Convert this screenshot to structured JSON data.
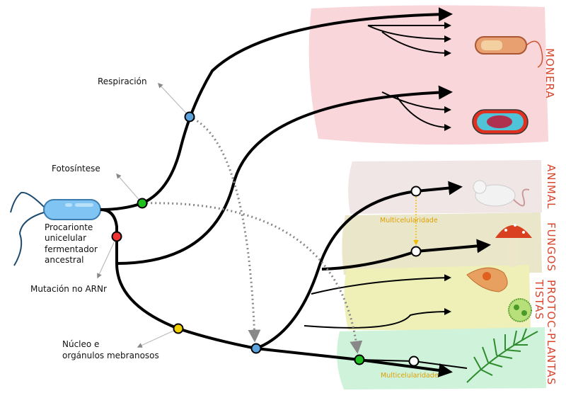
{
  "labels": {
    "ancestor": [
      "Procarionte",
      "unicelular",
      "fermentador",
      "ancestral"
    ],
    "respiration": "Respiración",
    "photosynthesis": "Fotosíntese",
    "mutation": "Mutación no ARNr",
    "nucleus": [
      "Núcleo e",
      "orgánulos mebranosos"
    ],
    "multicellularity_animal_fungi": "Multicelularidade",
    "multicellularity_plants": "Multicelularidade"
  },
  "kingdoms": {
    "monera": "MONERA",
    "animal": "ANIMAL",
    "fungi": "FUNGOS",
    "protists_a": "PROTOC-",
    "protists_b": "TISTAS",
    "plants": "PLANTAS"
  },
  "colors": {
    "monera_bg": "#f9d6da",
    "animal_bg": "#f1e6e6",
    "fungi_bg": "#e9e6c9",
    "protist_bg": "#eef0b8",
    "plant_bg": "#cff2da",
    "kingdom_text": "#d9442b",
    "node_green": "#1fbf1f",
    "node_red": "#ee3333",
    "node_yellow": "#f5d000",
    "node_blue": "#5ba3dd"
  }
}
